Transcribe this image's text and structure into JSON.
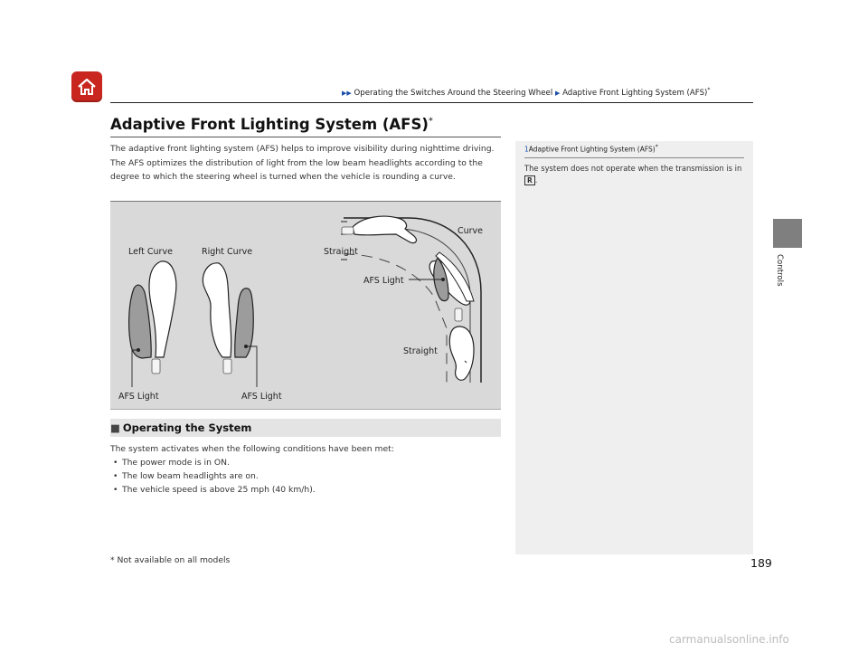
{
  "header": {
    "breadcrumb": [
      "Operating the Switches Around the Steering Wheel",
      "Adaptive Front Lighting System (AFS)"
    ],
    "breadcrumb_star": "*"
  },
  "title": {
    "text": "Adaptive Front Lighting System (AFS)",
    "star": "*"
  },
  "intro": "The adaptive front lighting system (AFS) helps to improve visibility during nighttime driving. The AFS optimizes the distribution of light from the low beam headlights according to the degree to which the steering wheel is turned when the vehicle is rounding a curve.",
  "figure": {
    "left_curve": "Left Curve",
    "right_curve": "Right Curve",
    "afs_light": "AFS Light",
    "straight": "Straight",
    "curve": "Curve"
  },
  "section": {
    "marker": "■",
    "title": "Operating the System",
    "intro": "The system activates when the following conditions have been met:",
    "items": [
      "The power mode is in ON.",
      "The low beam headlights are on.",
      "The vehicle speed is above 25 mph (40 km/h)."
    ]
  },
  "sidebar": {
    "ref_num": "1",
    "title": "Adaptive Front Lighting System (AFS)",
    "star": "*",
    "text_before": "The system does not operate when the transmission is in",
    "gear": "R",
    "text_after": "."
  },
  "footnote": "* Not available on all models",
  "page_number": "189",
  "tab_label": "Controls",
  "watermark": "carmanualsonline.info",
  "colors": {
    "home": "#c8261f",
    "arrow": "#1a4ea8",
    "tab": "#7f7f7f"
  }
}
